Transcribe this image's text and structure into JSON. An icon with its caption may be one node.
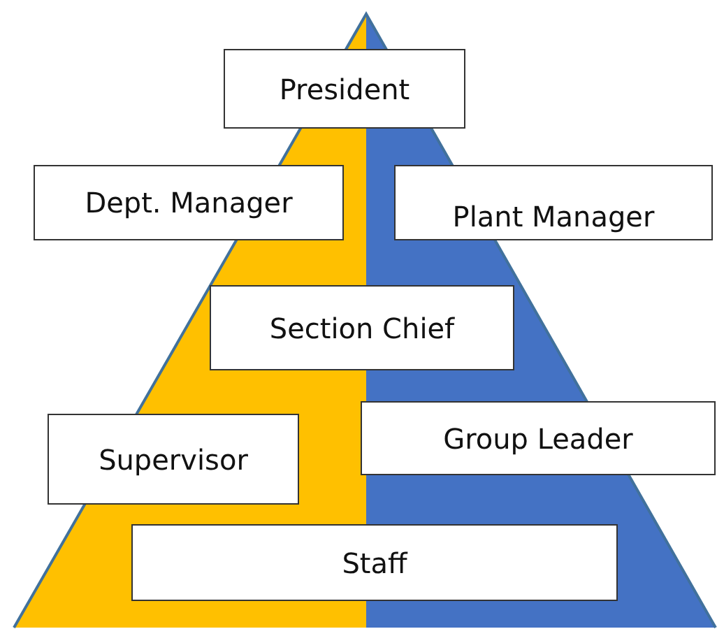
{
  "diagram": {
    "nodes": [
      {
        "text": [
          "President"
        ]
      },
      {
        "text": [
          "Dept. Manager"
        ]
      },
      {
        "text": [
          "Plant Manager"
        ]
      },
      {
        "text": [
          "Section Chief"
        ]
      },
      {
        "text": [
          "Supervisor"
        ]
      },
      {
        "text": [
          "Group Leader"
        ]
      },
      {
        "text": [
          "Staff"
        ]
      }
    ],
    "edges": []
  }
}
